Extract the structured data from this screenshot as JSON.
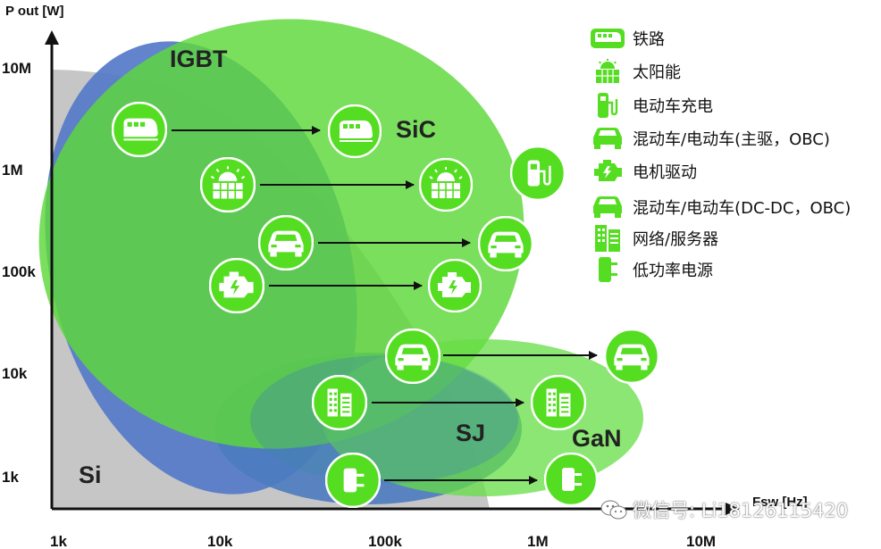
{
  "axes": {
    "y_title": "P out [W]",
    "x_title": "Fsw [Hz]",
    "y_ticks": [
      "10M",
      "1M",
      "100k",
      "10k",
      "1k"
    ],
    "x_ticks": [
      "1k",
      "10k",
      "100k",
      "1M",
      "10M"
    ]
  },
  "regions": {
    "si": "Si",
    "igbt": "IGBT",
    "sic": "SiC",
    "sj": "SJ",
    "gan": "GaN"
  },
  "legend": [
    {
      "icon": "train-icon",
      "label": "铁路"
    },
    {
      "icon": "solar-icon",
      "label": "太阳能"
    },
    {
      "icon": "ev-charger-icon",
      "label": "电动车充电"
    },
    {
      "icon": "car-icon",
      "label": "混动车/电动车(主驱，OBC)"
    },
    {
      "icon": "motor-icon",
      "label": "电机驱动"
    },
    {
      "icon": "car-icon",
      "label": "混动车/电动车(DC-DC，OBC)"
    },
    {
      "icon": "server-icon",
      "label": "网络/服务器"
    },
    {
      "icon": "power-supply-icon",
      "label": "低功率电源"
    }
  ],
  "watermark": "微信号: Li18126115420",
  "colors": {
    "si": "#c8c8c8",
    "igbt": "#4f78c8",
    "sic": "#66dd44",
    "sj": "#3f7da8",
    "gan": "#6ee050",
    "icon_fill": "#55dd22",
    "arrow": "#111111"
  }
}
